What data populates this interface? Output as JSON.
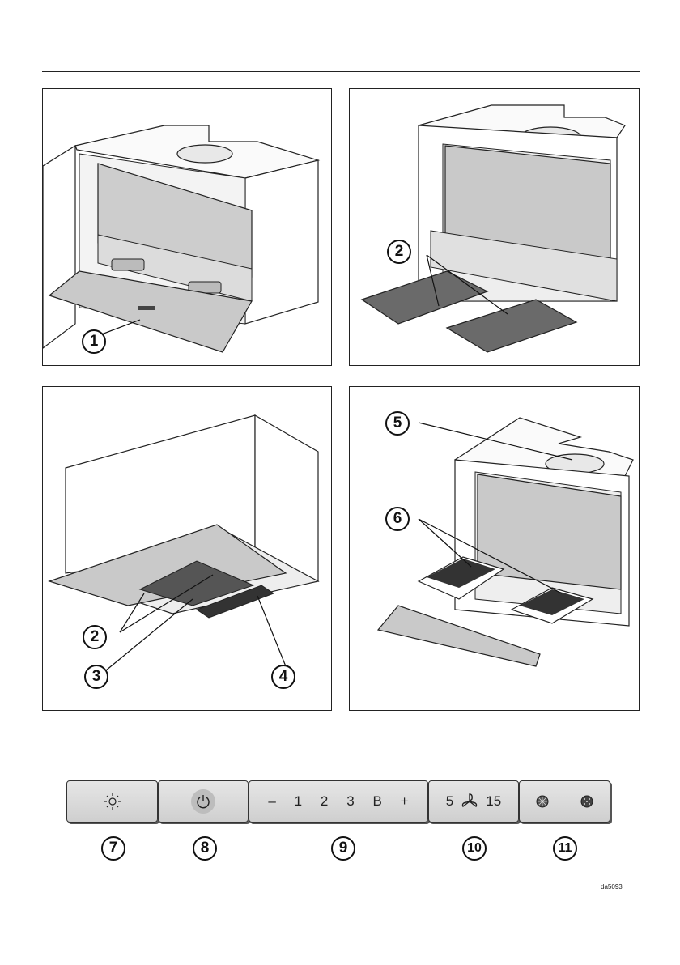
{
  "callouts": {
    "c1": "1",
    "c2a": "2",
    "c2b": "2",
    "c3": "3",
    "c4": "4",
    "c5": "5",
    "c6": "6",
    "c7": "7",
    "c8": "8",
    "c9": "9",
    "c10": "10",
    "c11": "11"
  },
  "panel_icons": {
    "door_badge": "logo-plate",
    "light": "light-icon",
    "power": "power-icon",
    "fan": "fan-icon",
    "grease_filter": "grease-filter-icon",
    "odour_filter": "odour-filter-icon"
  },
  "control_panel": {
    "minus": "–",
    "level1": "1",
    "level2": "2",
    "level3": "3",
    "booster": "B",
    "plus": "+",
    "timer_min": "5",
    "timer_max": "15"
  },
  "figure_code": "da5093"
}
